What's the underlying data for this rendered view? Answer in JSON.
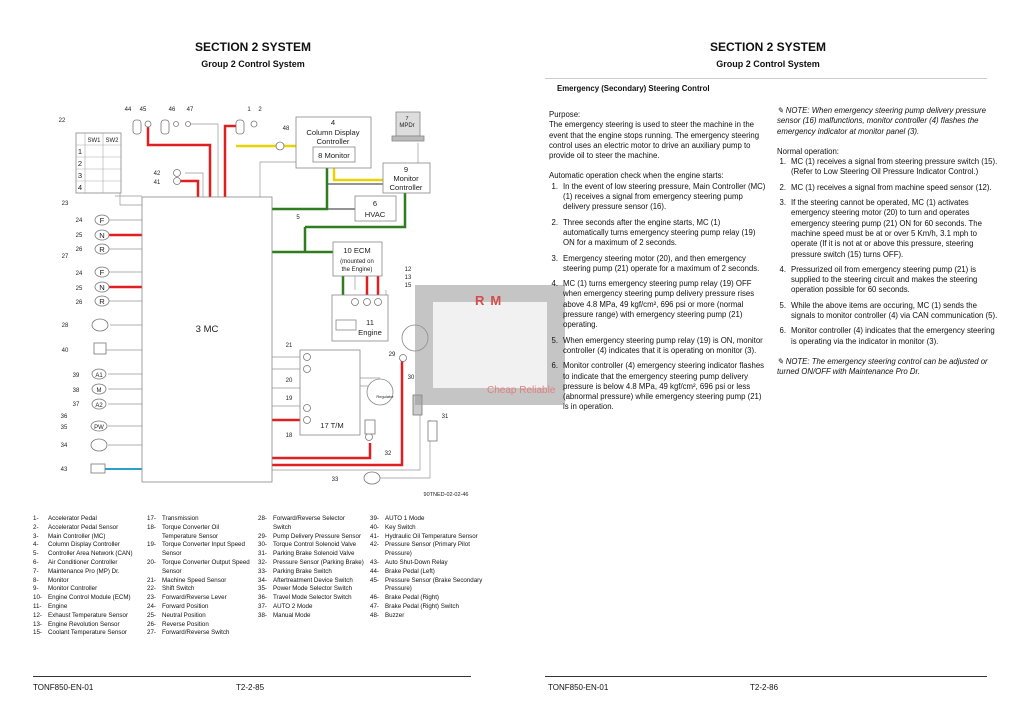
{
  "left_page": {
    "section": "SECTION 2 SYSTEM",
    "group": "Group 2 Control System",
    "footer_code": "TONF850-EN-01",
    "page_number": "T2-2-85",
    "figure_id": "90TNED-02-02-46",
    "diagram": {
      "mc": "3  MC",
      "cdc_num": "4",
      "cdc_l1": "Column Display",
      "cdc_l2": "Controller",
      "monitor": "8  Monitor",
      "mpdr_num": "7",
      "mpdr": "MPDr",
      "mc9_num": "9",
      "mc9_l1": "Monitor",
      "mc9_l2": "Controller",
      "hvac_num": "6",
      "hvac": "HVAC",
      "ecm": "10  ECM",
      "ecm_l2": "(mounted on",
      "ecm_l3": "the Engine)",
      "engine_num": "11",
      "engine": "Engine",
      "tm": "17  T/M",
      "regulator": "Regulator",
      "sw1": "SW1",
      "sw2": "SW2",
      "rows": [
        "1",
        "2",
        "3",
        "4"
      ],
      "F": "F",
      "N": "N",
      "R": "R",
      "A1": "A1",
      "M": "M",
      "A2": "A2",
      "PW": "PW",
      "callouts": {
        "c22": "22",
        "c44": "44",
        "c45": "45",
        "c46": "46",
        "c47": "47",
        "c1": "1",
        "c2": "2",
        "c48": "48",
        "c42": "42",
        "c41": "41",
        "c23": "23",
        "c24a": "24",
        "c25a": "25",
        "c26a": "26",
        "c27": "27",
        "c24b": "24",
        "c25b": "25",
        "c26b": "26",
        "c28": "28",
        "c40": "40",
        "c39": "39",
        "c38": "38",
        "c37": "37",
        "c36": "36",
        "c35": "35",
        "c34": "34",
        "c43": "43",
        "c5": "5",
        "c12": "12",
        "c13": "13",
        "c15": "15",
        "c21": "21",
        "c20": "20",
        "c19": "19",
        "c18": "18",
        "c29": "29",
        "c30": "30",
        "c31": "31",
        "c32": "32",
        "c33": "33"
      }
    },
    "legend": [
      [
        [
          "1-",
          "Accelerator Pedal"
        ],
        [
          "2-",
          "Accelerator Pedal Sensor"
        ],
        [
          "3-",
          "Main Controller (MC)"
        ],
        [
          "4-",
          "Column Display Controller"
        ],
        [
          "5-",
          "Controller Area Network (CAN)"
        ],
        [
          "6-",
          "Air Conditioner Controller"
        ],
        [
          "7-",
          "Maintenance Pro (MP) Dr."
        ],
        [
          "8-",
          "Monitor"
        ],
        [
          "9-",
          "Monitor Controller"
        ],
        [
          "10-",
          "Engine Control Module (ECM)"
        ],
        [
          "11-",
          "Engine"
        ],
        [
          "12-",
          "Exhaust Temperature Sensor"
        ],
        [
          "13-",
          "Engine Revolution Sensor"
        ],
        [
          "15-",
          "Coolant Temperature Sensor"
        ]
      ],
      [
        [
          "17-",
          "Transmission"
        ],
        [
          "18-",
          "Torque Converter Oil Temperature Sensor"
        ],
        [
          "19-",
          "Torque Converter Input Speed Sensor"
        ],
        [
          "20-",
          "Torque Converter Output Speed Sensor"
        ],
        [
          "21-",
          "Machine Speed Sensor"
        ],
        [
          "22-",
          "Shift Switch"
        ],
        [
          "23-",
          "Forward/Reverse Lever"
        ],
        [
          "24-",
          "Forward Position"
        ],
        [
          "25-",
          "Neutral Position"
        ],
        [
          "26-",
          "Reverse Position"
        ],
        [
          "27-",
          "Forward/Reverse Switch"
        ]
      ],
      [
        [
          "28-",
          "Forward/Reverse Selector Switch"
        ],
        [
          "29-",
          "Pump Delivery Pressure Sensor"
        ],
        [
          "30-",
          "Torque Control Solenoid Valve"
        ],
        [
          "31-",
          "Parking Brake Solenoid Valve"
        ],
        [
          "32-",
          "Pressure Sensor (Parking Brake)"
        ],
        [
          "33-",
          "Parking Brake Switch"
        ],
        [
          "34-",
          "Aftertreatment Device Switch"
        ],
        [
          "35-",
          "Power Mode Selector Switch"
        ],
        [
          "36-",
          "Travel Mode Selector Switch"
        ],
        [
          "37-",
          "AUTO 2 Mode"
        ],
        [
          "38-",
          "Manual Mode"
        ]
      ],
      [
        [
          "39-",
          "AUTO 1 Mode"
        ],
        [
          "40-",
          "Key Switch"
        ],
        [
          "41-",
          "Hydraulic Oil Temperature Sensor"
        ],
        [
          "42-",
          "Pressure Sensor (Primary Pilot Pressure)"
        ],
        [
          "43-",
          "Auto Shut-Down Relay"
        ],
        [
          "44-",
          "Brake Pedal (Left)"
        ],
        [
          "45-",
          "Pressure Sensor (Brake Secondary Pressure)"
        ],
        [
          "46-",
          "Brake Pedal (Right)"
        ],
        [
          "47-",
          "Brake Pedal (Right) Switch"
        ],
        [
          "48-",
          "Buzzer"
        ]
      ]
    ]
  },
  "right_page": {
    "section": "SECTION 2 SYSTEM",
    "group": "Group 2 Control System",
    "footer_code": "TONF850-EN-01",
    "page_number": "T2-2-86",
    "title": "Emergency (Secondary) Steering Control",
    "purpose_label": "Purpose:",
    "purpose": "The emergency steering is used to steer the machine in the event that the engine stops running. The emergency steering control uses an electric motor to drive an auxiliary pump to provide oil to steer the machine.",
    "auto_label": "Automatic operation check when the engine starts:",
    "auto_steps": [
      [
        "1.",
        "In the event of low steering pressure, Main Controller (MC) (1) receives a signal from emergency steering pump delivery pressure sensor (16)."
      ],
      [
        "2.",
        "Three seconds after the engine starts, MC (1) automatically turns emergency steering pump relay (19) ON for a maximum of 2 seconds."
      ],
      [
        "3.",
        "Emergency steering motor (20), and then emergency steering pump (21) operate for a maximum of 2 seconds."
      ],
      [
        "4.",
        "MC (1) turns emergency steering pump relay (19) OFF when emergency steering pump delivery pressure rises above 4.8 MPa, 49 kgf/cm², 696 psi or more (normal pressure range) with emergency steering pump (21) operating."
      ],
      [
        "5.",
        "When emergency steering pump relay (19) is ON, monitor controller (4) indicates that it is operating on monitor (3)."
      ],
      [
        "6.",
        "Monitor controller (4) emergency steering indicator flashes to indicate that the emergency steering pump delivery pressure is below 4.8 MPa, 49 kgf/cm², 696 psi or less (abnormal pressure) while emergency steering pump (21) is in operation."
      ]
    ],
    "note1": "NOTE:   When emergency steering pump delivery pressure sensor (16) malfunctions, monitor controller (4) flashes the emergency indicator at monitor panel (3).",
    "normal_label": "Normal operation:",
    "normal_steps": [
      [
        "1.",
        "MC (1) receives a signal from steering pressure switch (15). (Refer to Low Steering Oil Pressure Indicator Control.)"
      ],
      [
        "2.",
        "MC (1) receives a signal from machine speed sensor (12)."
      ],
      [
        "3.",
        "If the steering cannot be operated, MC (1) activates emergency steering motor (20) to turn and operates emergency steering pump (21) ON for 60 seconds. The machine speed must be at or over 5 Km/h, 3.1 mph to operate (If it is not at or above this pressure, steering pressure switch (15) turns OFF)."
      ],
      [
        "4.",
        "Pressurized oil from emergency steering pump (21) is supplied to the steering circuit and makes the steering operation possible for 60 seconds."
      ],
      [
        "5.",
        "While the above items are occuring, MC (1) sends the signals to monitor controller (4) via CAN communication (5)."
      ],
      [
        "6.",
        "Monitor controller (4) indicates that the emergency steering is operating via the indicator in monitor (3)."
      ]
    ],
    "note2": "NOTE:   The emergency steering control can be adjusted or turned ON/OFF with Maintenance Pro Dr."
  },
  "watermark": {
    "logo": "RM",
    "text": "Cheap Reliable"
  },
  "colors": {
    "wire_red": "#e02020",
    "wire_green": "#2e7d1e",
    "wire_yellow": "#e8d400",
    "wire_blue": "#2aa0c8"
  }
}
